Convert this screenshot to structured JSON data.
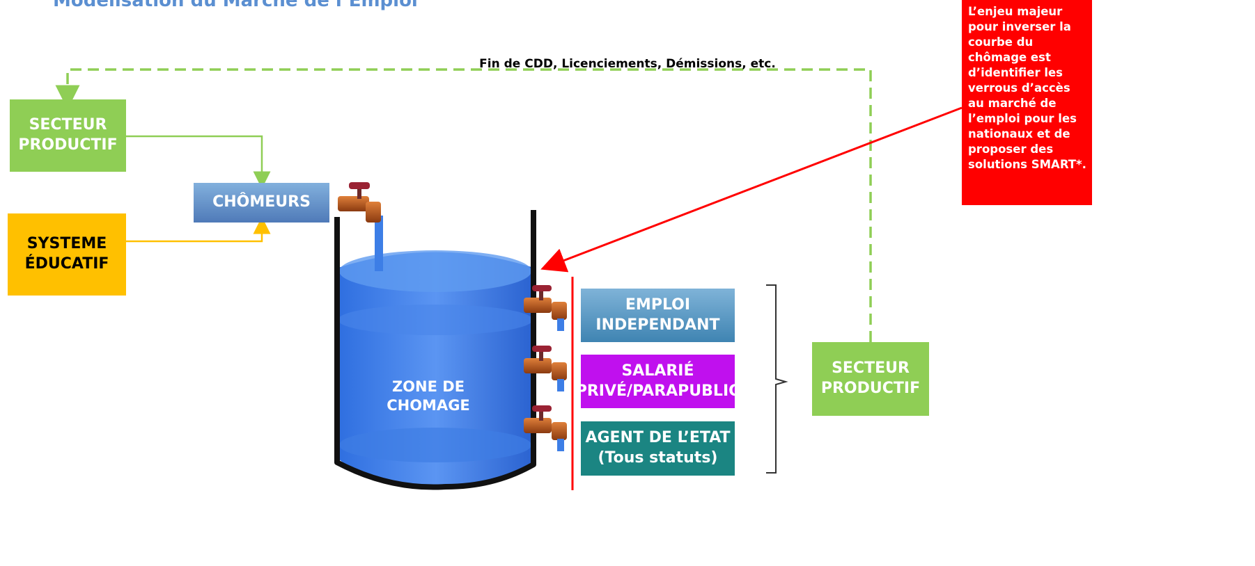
{
  "title": "Modélisation du Marché de l’Emploi",
  "flow_label": "Fin de CDD, Licenciements, Démissions, etc.",
  "boxes": {
    "secteur_left": [
      "SECTEUR",
      "PRODUCTIF"
    ],
    "systeme": [
      "SYSTEME",
      "ÉDUCATIF"
    ],
    "chomeurs": "CHÔMEURS",
    "zone": [
      "ZONE DE",
      "CHOMAGE"
    ],
    "emploi": [
      "EMPLOI",
      "INDEPENDANT"
    ],
    "salarie": [
      "SALARIÉ",
      "PRIVÉ/PARAPUBLIC"
    ],
    "agent": [
      "AGENT DE L’ETAT",
      "(Tous statuts)"
    ],
    "secteur_right": [
      "SECTEUR",
      "PRODUCTIF"
    ]
  },
  "callout": [
    "L’enjeu majeur",
    "pour inverser la",
    "courbe du",
    "chômage est",
    "d’identifier les",
    "verrous d’accès",
    "au marché de",
    "l’emploi pour les",
    "nationaux et de",
    "proposer des",
    "solutions SMART*."
  ],
  "colors": {
    "green": "#8fce55",
    "orange": "#ffc000",
    "blue": "#4f7ab8",
    "magenta": "#c010ee",
    "teal": "#1b8582",
    "red": "#ff0000",
    "water": "#3d7ee6"
  },
  "icons": [
    "faucet-icon",
    "water-tank-icon",
    "arrow-icon",
    "bracket-icon"
  ]
}
